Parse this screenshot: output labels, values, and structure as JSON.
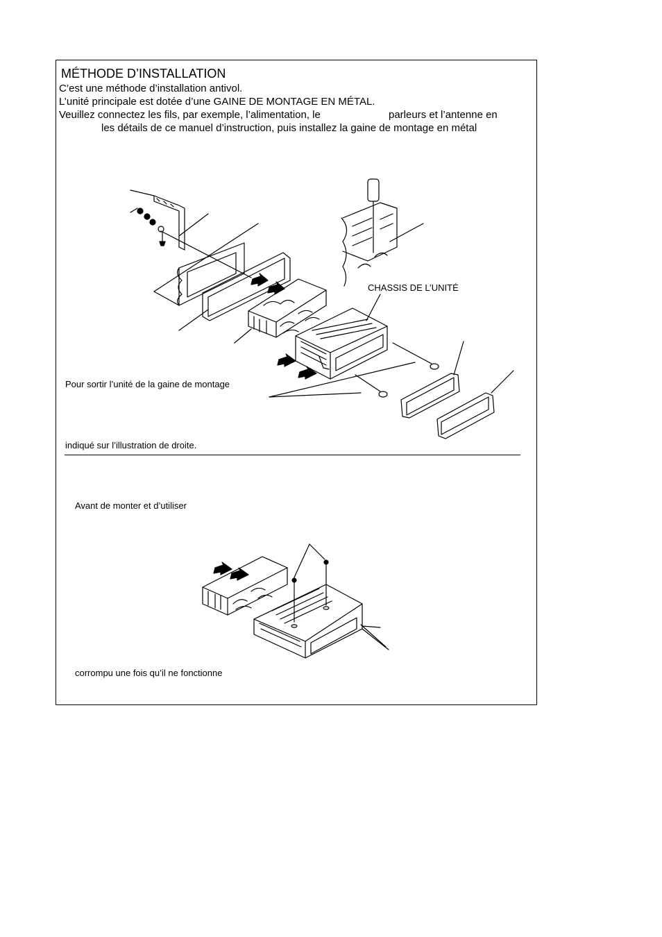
{
  "section": {
    "title": "MÉTHODE D’INSTALLATION",
    "line1": "C’est une méthode d’installation antivol.",
    "line2": "L’unité principale est dotée d’une GAINE DE MONTAGE EN MÉTAL.",
    "line3a": "Veuillez connectez les fils, par exemple, l’alimentation, le",
    "line3b": "parleurs et l’antenne en",
    "line4": "les détails de ce manuel d’instruction, puis installez la gaine de montage en métal"
  },
  "figure1": {
    "chassis_label": "CHASSIS DE L’UNITÉ",
    "removal_text": "Pour sortir l’unité de la gaine de montage",
    "indicated_text": "indiqué sur l’illustration de droite."
  },
  "part2": {
    "before_text": "Avant de monter et d’utiliser",
    "corrupt_text": "corrompu une fois qu’il ne fonctionne"
  }
}
